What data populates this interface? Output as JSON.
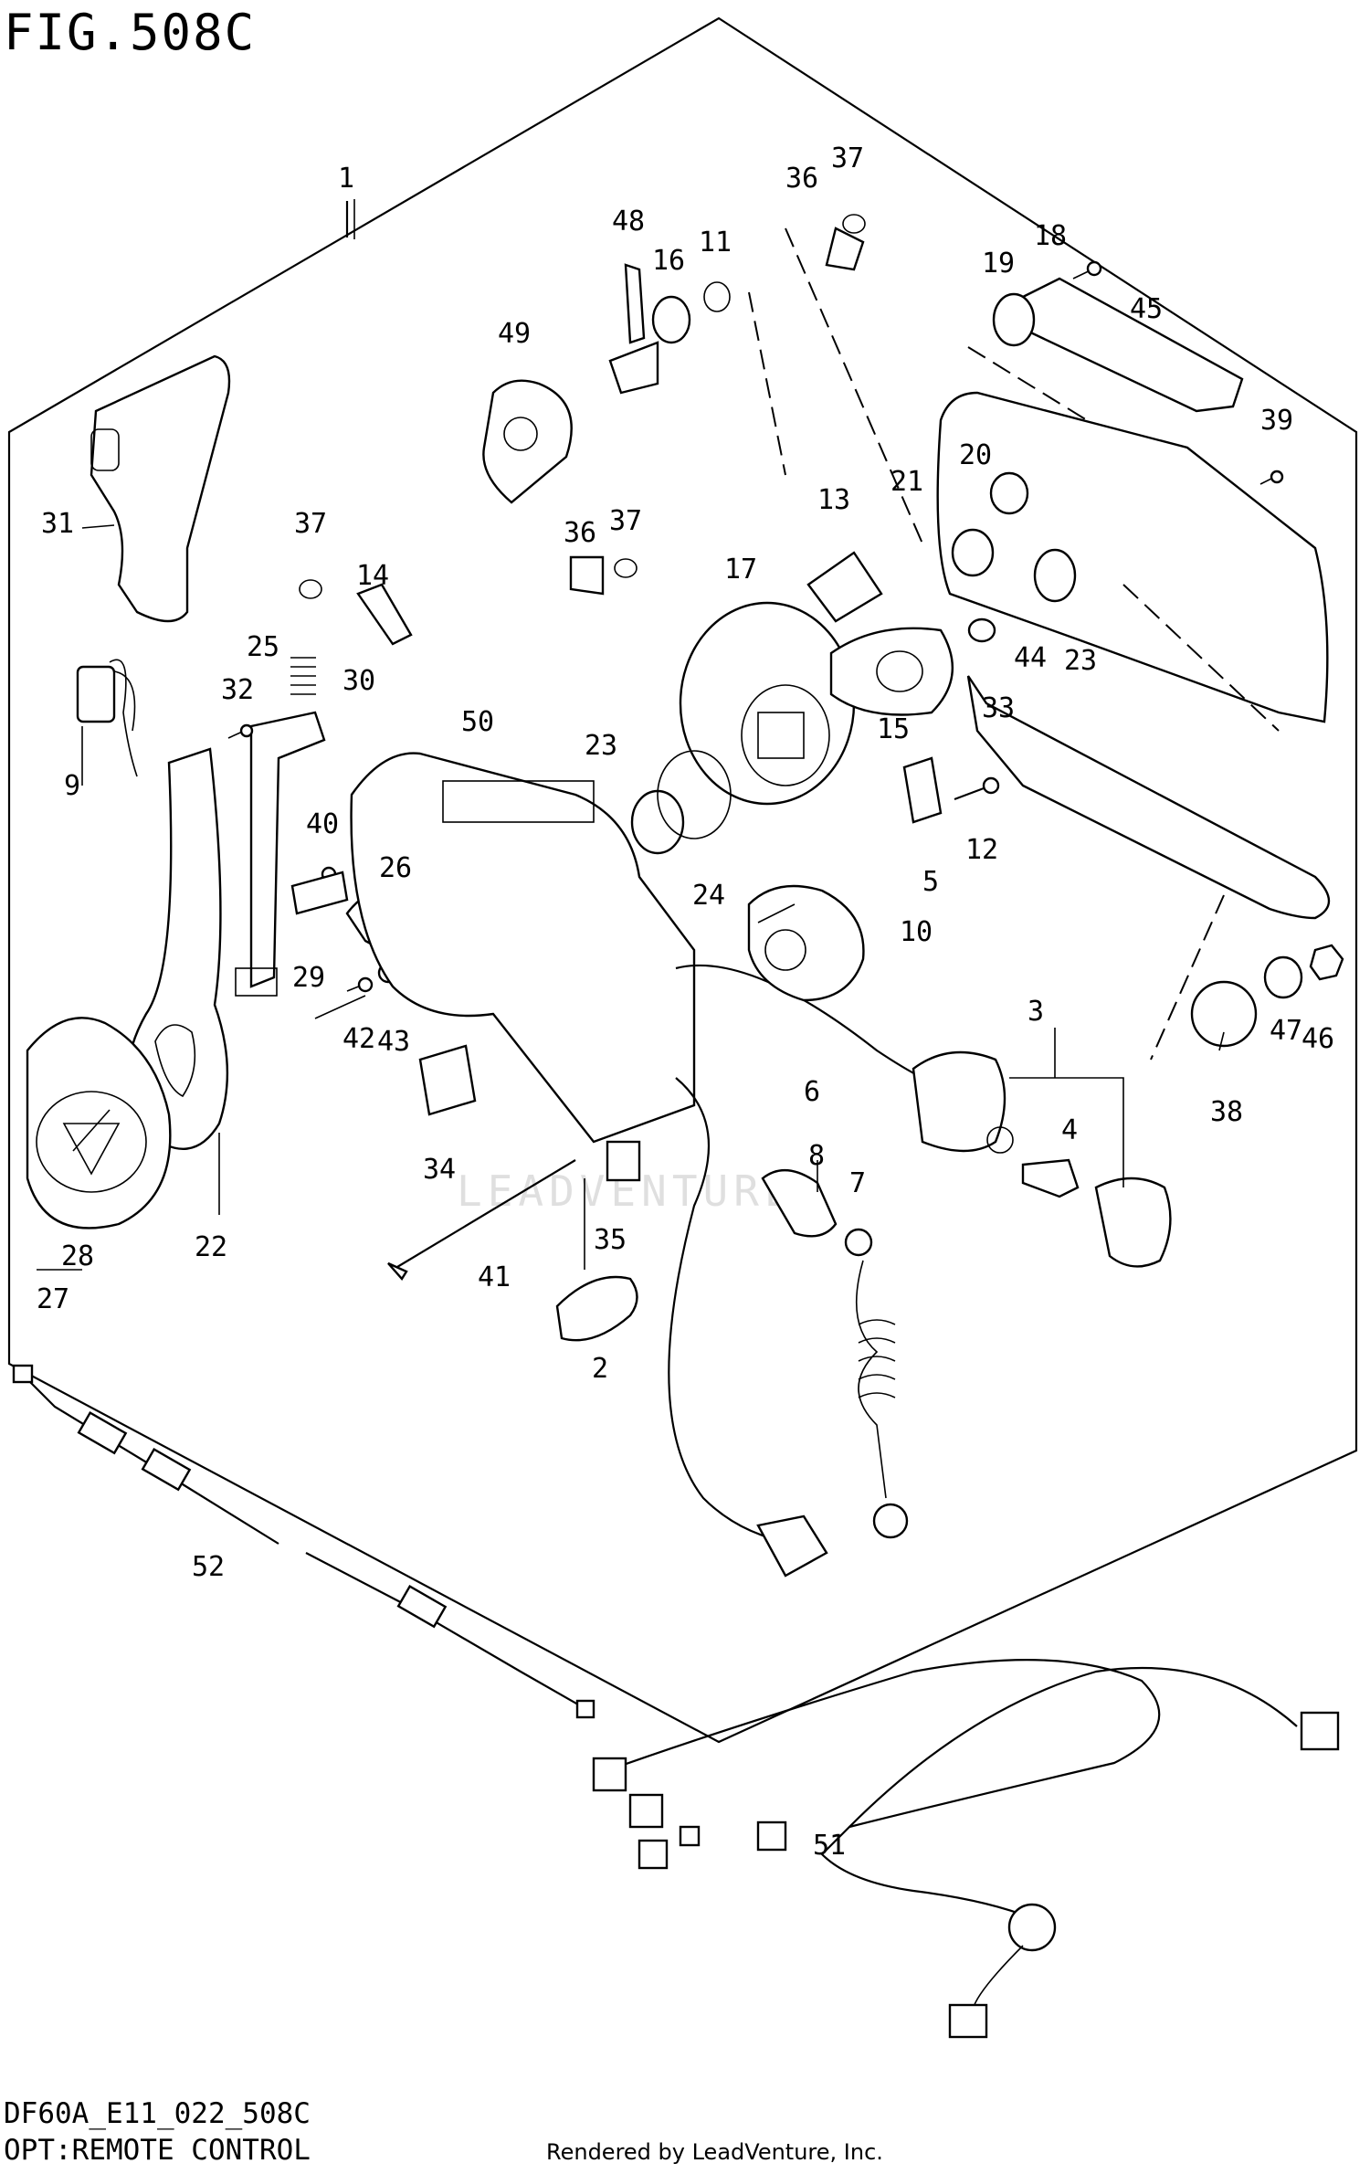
{
  "figure": {
    "title": "FIG.508C",
    "model_code": "DF60A_E11_022_508C",
    "section": "OPT:REMOTE CONTROL",
    "credit": "Rendered by LeadVenture, Inc.",
    "watermark": "LEADVENTURE"
  },
  "part_labels": [
    {
      "id": "p1",
      "text": "1"
    },
    {
      "id": "p2",
      "text": "2"
    },
    {
      "id": "p3",
      "text": "3"
    },
    {
      "id": "p4",
      "text": "4"
    },
    {
      "id": "p5",
      "text": "5"
    },
    {
      "id": "p6",
      "text": "6"
    },
    {
      "id": "p7",
      "text": "7"
    },
    {
      "id": "p8",
      "text": "8"
    },
    {
      "id": "p9",
      "text": "9"
    },
    {
      "id": "p10",
      "text": "10"
    },
    {
      "id": "p11",
      "text": "11"
    },
    {
      "id": "p12",
      "text": "12"
    },
    {
      "id": "p13",
      "text": "13"
    },
    {
      "id": "p14",
      "text": "14"
    },
    {
      "id": "p15",
      "text": "15"
    },
    {
      "id": "p16",
      "text": "16"
    },
    {
      "id": "p17",
      "text": "17"
    },
    {
      "id": "p18",
      "text": "18"
    },
    {
      "id": "p19",
      "text": "19"
    },
    {
      "id": "p20",
      "text": "20"
    },
    {
      "id": "p21",
      "text": "21"
    },
    {
      "id": "p22",
      "text": "22"
    },
    {
      "id": "p23a",
      "text": "23"
    },
    {
      "id": "p23b",
      "text": "23"
    },
    {
      "id": "p24",
      "text": "24"
    },
    {
      "id": "p25",
      "text": "25"
    },
    {
      "id": "p26",
      "text": "26"
    },
    {
      "id": "p27",
      "text": "27"
    },
    {
      "id": "p28",
      "text": "28"
    },
    {
      "id": "p29",
      "text": "29"
    },
    {
      "id": "p30",
      "text": "30"
    },
    {
      "id": "p31",
      "text": "31"
    },
    {
      "id": "p32",
      "text": "32"
    },
    {
      "id": "p33",
      "text": "33"
    },
    {
      "id": "p34",
      "text": "34"
    },
    {
      "id": "p35",
      "text": "35"
    },
    {
      "id": "p36a",
      "text": "36"
    },
    {
      "id": "p36b",
      "text": "36"
    },
    {
      "id": "p37a",
      "text": "37"
    },
    {
      "id": "p37b",
      "text": "37"
    },
    {
      "id": "p37c",
      "text": "37"
    },
    {
      "id": "p38",
      "text": "38"
    },
    {
      "id": "p39",
      "text": "39"
    },
    {
      "id": "p40",
      "text": "40"
    },
    {
      "id": "p41",
      "text": "41"
    },
    {
      "id": "p42",
      "text": "42"
    },
    {
      "id": "p43",
      "text": "43"
    },
    {
      "id": "p44",
      "text": "44"
    },
    {
      "id": "p45",
      "text": "45"
    },
    {
      "id": "p46",
      "text": "46"
    },
    {
      "id": "p47",
      "text": "47"
    },
    {
      "id": "p48",
      "text": "48"
    },
    {
      "id": "p49",
      "text": "49"
    },
    {
      "id": "p50",
      "text": "50"
    },
    {
      "id": "p51",
      "text": "51"
    },
    {
      "id": "p52",
      "text": "52"
    }
  ]
}
